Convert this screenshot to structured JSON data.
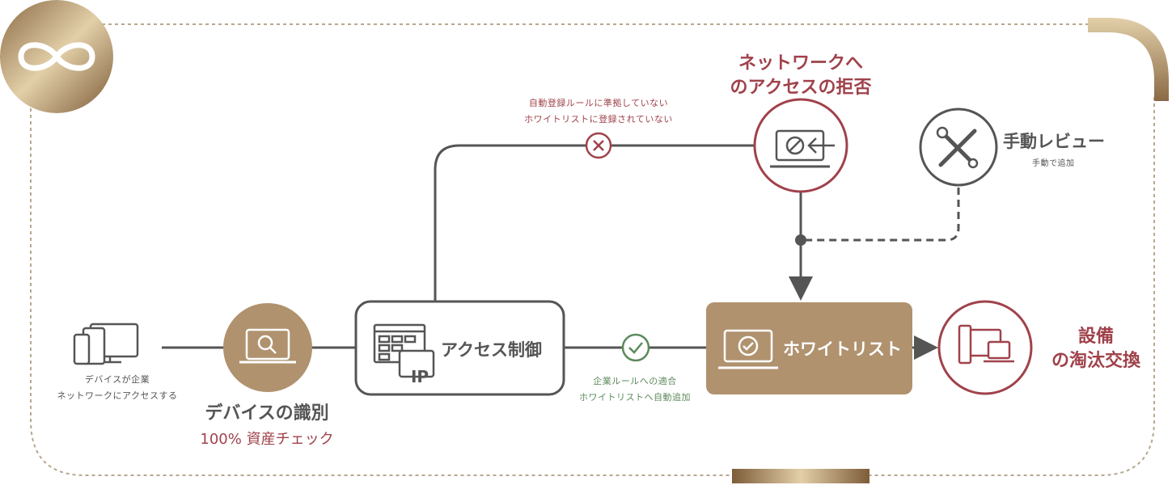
{
  "device": {
    "caption_line1": "デバイスが企業",
    "caption_line2": "ネットワークにアクセスする"
  },
  "identify": {
    "title": "デバイスの識別",
    "subtitle": "100% 資産チェック"
  },
  "access_control": {
    "label": "アクセス制御",
    "ip_tag": "IP"
  },
  "reject_path": {
    "line1": "自動登録ルールに準拠していない",
    "line2": "ホワイトリストに登録されていない"
  },
  "accept_path": {
    "line1": "企業ルールへの適合",
    "line2": "ホワイトリストへ自動追加"
  },
  "deny": {
    "title_line1": "ネットワークへ",
    "title_line2": "のアクセスの拒否"
  },
  "manual_review": {
    "title": "手動レビュー",
    "subtitle": "手動で追加"
  },
  "whitelist": {
    "label": "ホワイトリスト"
  },
  "retire": {
    "title_line1": "設備",
    "title_line2": "の淘汰交換"
  },
  "colors": {
    "gold": "#b0926f",
    "red": "#a0424b",
    "green": "#5d8a5b",
    "line": "#555555"
  },
  "icons": [
    "infinity-icon",
    "devices-icon",
    "search-laptop-icon",
    "ip-table-icon",
    "deny-laptop-icon",
    "tools-icon",
    "check-laptop-icon",
    "devices-retire-icon"
  ]
}
